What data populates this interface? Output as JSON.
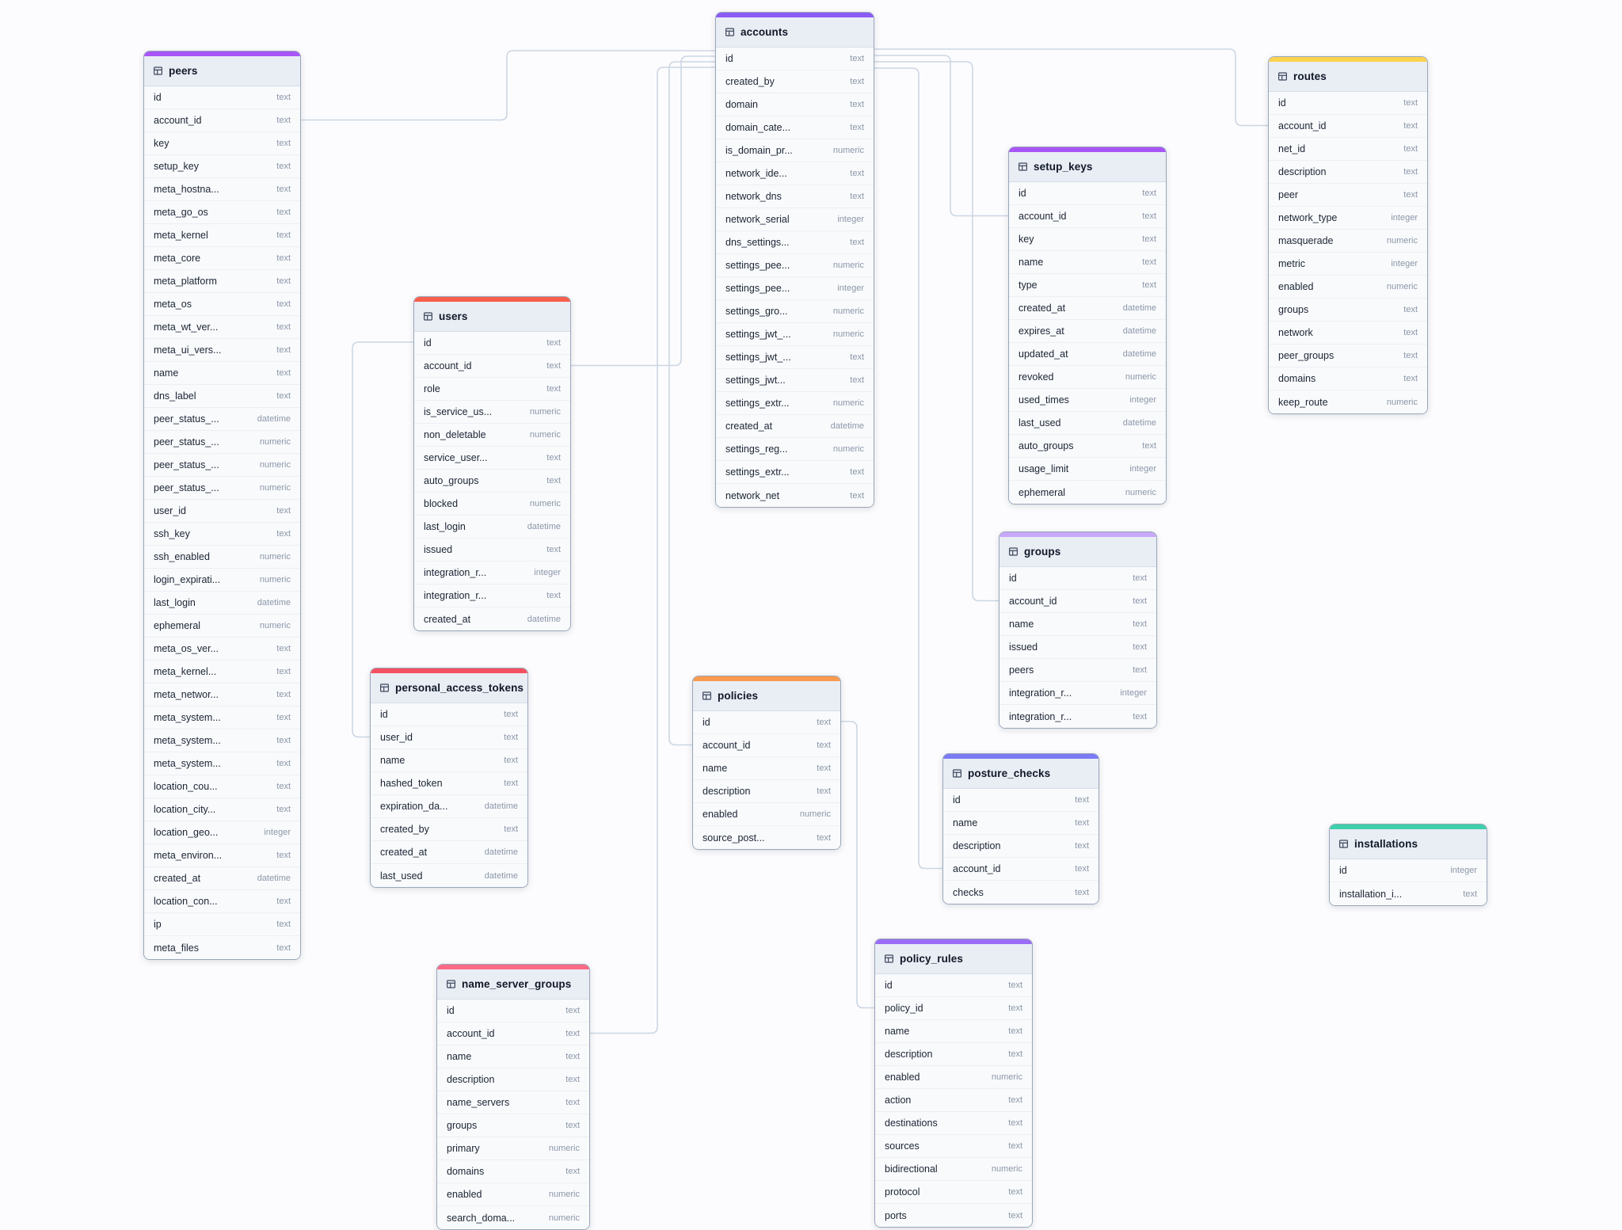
{
  "diagram": {
    "field_types_palette": [
      "text",
      "numeric",
      "integer",
      "datetime"
    ],
    "wire_color": "#ccd6e2",
    "tables": [
      {
        "name": "peers",
        "accent": "#a855f7",
        "fields": [
          {
            "name": "id",
            "type": "text"
          },
          {
            "name": "account_id",
            "type": "text"
          },
          {
            "name": "key",
            "type": "text"
          },
          {
            "name": "setup_key",
            "type": "text"
          },
          {
            "name": "meta_hostna...",
            "type": "text"
          },
          {
            "name": "meta_go_os",
            "type": "text"
          },
          {
            "name": "meta_kernel",
            "type": "text"
          },
          {
            "name": "meta_core",
            "type": "text"
          },
          {
            "name": "meta_platform",
            "type": "text"
          },
          {
            "name": "meta_os",
            "type": "text"
          },
          {
            "name": "meta_wt_ver...",
            "type": "text"
          },
          {
            "name": "meta_ui_vers...",
            "type": "text"
          },
          {
            "name": "name",
            "type": "text"
          },
          {
            "name": "dns_label",
            "type": "text"
          },
          {
            "name": "peer_status_...",
            "type": "datetime"
          },
          {
            "name": "peer_status_...",
            "type": "numeric"
          },
          {
            "name": "peer_status_...",
            "type": "numeric"
          },
          {
            "name": "peer_status_...",
            "type": "numeric"
          },
          {
            "name": "user_id",
            "type": "text"
          },
          {
            "name": "ssh_key",
            "type": "text"
          },
          {
            "name": "ssh_enabled",
            "type": "numeric"
          },
          {
            "name": "login_expirati...",
            "type": "numeric"
          },
          {
            "name": "last_login",
            "type": "datetime"
          },
          {
            "name": "ephemeral",
            "type": "numeric"
          },
          {
            "name": "meta_os_ver...",
            "type": "text"
          },
          {
            "name": "meta_kernel...",
            "type": "text"
          },
          {
            "name": "meta_networ...",
            "type": "text"
          },
          {
            "name": "meta_system...",
            "type": "text"
          },
          {
            "name": "meta_system...",
            "type": "text"
          },
          {
            "name": "meta_system...",
            "type": "text"
          },
          {
            "name": "location_cou...",
            "type": "text"
          },
          {
            "name": "location_city...",
            "type": "text"
          },
          {
            "name": "location_geo...",
            "type": "integer"
          },
          {
            "name": "meta_environ...",
            "type": "text"
          },
          {
            "name": "created_at",
            "type": "datetime"
          },
          {
            "name": "location_con...",
            "type": "text"
          },
          {
            "name": "ip",
            "type": "text"
          },
          {
            "name": "meta_files",
            "type": "text"
          }
        ]
      },
      {
        "name": "users",
        "accent": "#f75f4b",
        "fields": [
          {
            "name": "id",
            "type": "text"
          },
          {
            "name": "account_id",
            "type": "text"
          },
          {
            "name": "role",
            "type": "text"
          },
          {
            "name": "is_service_us...",
            "type": "numeric"
          },
          {
            "name": "non_deletable",
            "type": "numeric"
          },
          {
            "name": "service_user...",
            "type": "text"
          },
          {
            "name": "auto_groups",
            "type": "text"
          },
          {
            "name": "blocked",
            "type": "numeric"
          },
          {
            "name": "last_login",
            "type": "datetime"
          },
          {
            "name": "issued",
            "type": "text"
          },
          {
            "name": "integration_r...",
            "type": "integer"
          },
          {
            "name": "integration_r...",
            "type": "text"
          },
          {
            "name": "created_at",
            "type": "datetime"
          }
        ]
      },
      {
        "name": "accounts",
        "accent": "#8b5cf6",
        "fields": [
          {
            "name": "id",
            "type": "text"
          },
          {
            "name": "created_by",
            "type": "text"
          },
          {
            "name": "domain",
            "type": "text"
          },
          {
            "name": "domain_cate...",
            "type": "text"
          },
          {
            "name": "is_domain_pr...",
            "type": "numeric"
          },
          {
            "name": "network_ide...",
            "type": "text"
          },
          {
            "name": "network_dns",
            "type": "text"
          },
          {
            "name": "network_serial",
            "type": "integer"
          },
          {
            "name": "dns_settings...",
            "type": "text"
          },
          {
            "name": "settings_pee...",
            "type": "numeric"
          },
          {
            "name": "settings_pee...",
            "type": "integer"
          },
          {
            "name": "settings_gro...",
            "type": "numeric"
          },
          {
            "name": "settings_jwt_...",
            "type": "numeric"
          },
          {
            "name": "settings_jwt_...",
            "type": "text"
          },
          {
            "name": "settings_jwt...",
            "type": "text"
          },
          {
            "name": "settings_extr...",
            "type": "numeric"
          },
          {
            "name": "created_at",
            "type": "datetime"
          },
          {
            "name": "settings_reg...",
            "type": "numeric"
          },
          {
            "name": "settings_extr...",
            "type": "text"
          },
          {
            "name": "network_net",
            "type": "text"
          }
        ]
      },
      {
        "name": "personal_access_tokens",
        "accent": "#f65060",
        "fields": [
          {
            "name": "id",
            "type": "text"
          },
          {
            "name": "user_id",
            "type": "text"
          },
          {
            "name": "name",
            "type": "text"
          },
          {
            "name": "hashed_token",
            "type": "text"
          },
          {
            "name": "expiration_da...",
            "type": "datetime"
          },
          {
            "name": "created_by",
            "type": "text"
          },
          {
            "name": "created_at",
            "type": "datetime"
          },
          {
            "name": "last_used",
            "type": "datetime"
          }
        ]
      },
      {
        "name": "name_server_groups",
        "accent": "#fa6a85",
        "fields": [
          {
            "name": "id",
            "type": "text"
          },
          {
            "name": "account_id",
            "type": "text"
          },
          {
            "name": "name",
            "type": "text"
          },
          {
            "name": "description",
            "type": "text"
          },
          {
            "name": "name_servers",
            "type": "text"
          },
          {
            "name": "groups",
            "type": "text"
          },
          {
            "name": "primary",
            "type": "numeric"
          },
          {
            "name": "domains",
            "type": "text"
          },
          {
            "name": "enabled",
            "type": "numeric"
          },
          {
            "name": "search_doma...",
            "type": "numeric"
          }
        ]
      },
      {
        "name": "policies",
        "accent": "#f99a4e",
        "fields": [
          {
            "name": "id",
            "type": "text"
          },
          {
            "name": "account_id",
            "type": "text"
          },
          {
            "name": "name",
            "type": "text"
          },
          {
            "name": "description",
            "type": "text"
          },
          {
            "name": "enabled",
            "type": "numeric"
          },
          {
            "name": "source_post...",
            "type": "text"
          }
        ]
      },
      {
        "name": "policy_rules",
        "accent": "#9b6df6",
        "fields": [
          {
            "name": "id",
            "type": "text"
          },
          {
            "name": "policy_id",
            "type": "text"
          },
          {
            "name": "name",
            "type": "text"
          },
          {
            "name": "description",
            "type": "text"
          },
          {
            "name": "enabled",
            "type": "numeric"
          },
          {
            "name": "action",
            "type": "text"
          },
          {
            "name": "destinations",
            "type": "text"
          },
          {
            "name": "sources",
            "type": "text"
          },
          {
            "name": "bidirectional",
            "type": "numeric"
          },
          {
            "name": "protocol",
            "type": "text"
          },
          {
            "name": "ports",
            "type": "text"
          }
        ]
      },
      {
        "name": "setup_keys",
        "accent": "#a855f7",
        "fields": [
          {
            "name": "id",
            "type": "text"
          },
          {
            "name": "account_id",
            "type": "text"
          },
          {
            "name": "key",
            "type": "text"
          },
          {
            "name": "name",
            "type": "text"
          },
          {
            "name": "type",
            "type": "text"
          },
          {
            "name": "created_at",
            "type": "datetime"
          },
          {
            "name": "expires_at",
            "type": "datetime"
          },
          {
            "name": "updated_at",
            "type": "datetime"
          },
          {
            "name": "revoked",
            "type": "numeric"
          },
          {
            "name": "used_times",
            "type": "integer"
          },
          {
            "name": "last_used",
            "type": "datetime"
          },
          {
            "name": "auto_groups",
            "type": "text"
          },
          {
            "name": "usage_limit",
            "type": "integer"
          },
          {
            "name": "ephemeral",
            "type": "numeric"
          }
        ]
      },
      {
        "name": "groups",
        "accent": "#c7a8f9",
        "fields": [
          {
            "name": "id",
            "type": "text"
          },
          {
            "name": "account_id",
            "type": "text"
          },
          {
            "name": "name",
            "type": "text"
          },
          {
            "name": "issued",
            "type": "text"
          },
          {
            "name": "peers",
            "type": "text"
          },
          {
            "name": "integration_r...",
            "type": "integer"
          },
          {
            "name": "integration_r...",
            "type": "text"
          }
        ]
      },
      {
        "name": "posture_checks",
        "accent": "#7a7af5",
        "fields": [
          {
            "name": "id",
            "type": "text"
          },
          {
            "name": "name",
            "type": "text"
          },
          {
            "name": "description",
            "type": "text"
          },
          {
            "name": "account_id",
            "type": "text"
          },
          {
            "name": "checks",
            "type": "text"
          }
        ]
      },
      {
        "name": "routes",
        "accent": "#fcd34d",
        "fields": [
          {
            "name": "id",
            "type": "text"
          },
          {
            "name": "account_id",
            "type": "text"
          },
          {
            "name": "net_id",
            "type": "text"
          },
          {
            "name": "description",
            "type": "text"
          },
          {
            "name": "peer",
            "type": "text"
          },
          {
            "name": "network_type",
            "type": "integer"
          },
          {
            "name": "masquerade",
            "type": "numeric"
          },
          {
            "name": "metric",
            "type": "integer"
          },
          {
            "name": "enabled",
            "type": "numeric"
          },
          {
            "name": "groups",
            "type": "text"
          },
          {
            "name": "network",
            "type": "text"
          },
          {
            "name": "peer_groups",
            "type": "text"
          },
          {
            "name": "domains",
            "type": "text"
          },
          {
            "name": "keep_route",
            "type": "numeric"
          }
        ]
      },
      {
        "name": "installations",
        "accent": "#3ecfad",
        "fields": [
          {
            "name": "id",
            "type": "integer"
          },
          {
            "name": "installation_i...",
            "type": "text"
          }
        ]
      }
    ],
    "relationships": [
      {
        "from": "peers.account_id",
        "to": "accounts.id"
      },
      {
        "from": "users.account_id",
        "to": "accounts.id"
      },
      {
        "from": "policies.account_id",
        "to": "accounts.id"
      },
      {
        "from": "name_server_groups.account_id",
        "to": "accounts.id"
      },
      {
        "from": "routes.account_id",
        "to": "accounts.id"
      },
      {
        "from": "setup_keys.account_id",
        "to": "accounts.id"
      },
      {
        "from": "groups.account_id",
        "to": "accounts.id"
      },
      {
        "from": "posture_checks.account_id",
        "to": "accounts.id"
      },
      {
        "from": "personal_access_tokens.user_id",
        "to": "users.id"
      },
      {
        "from": "policy_rules.policy_id",
        "to": "policies.id"
      }
    ]
  }
}
